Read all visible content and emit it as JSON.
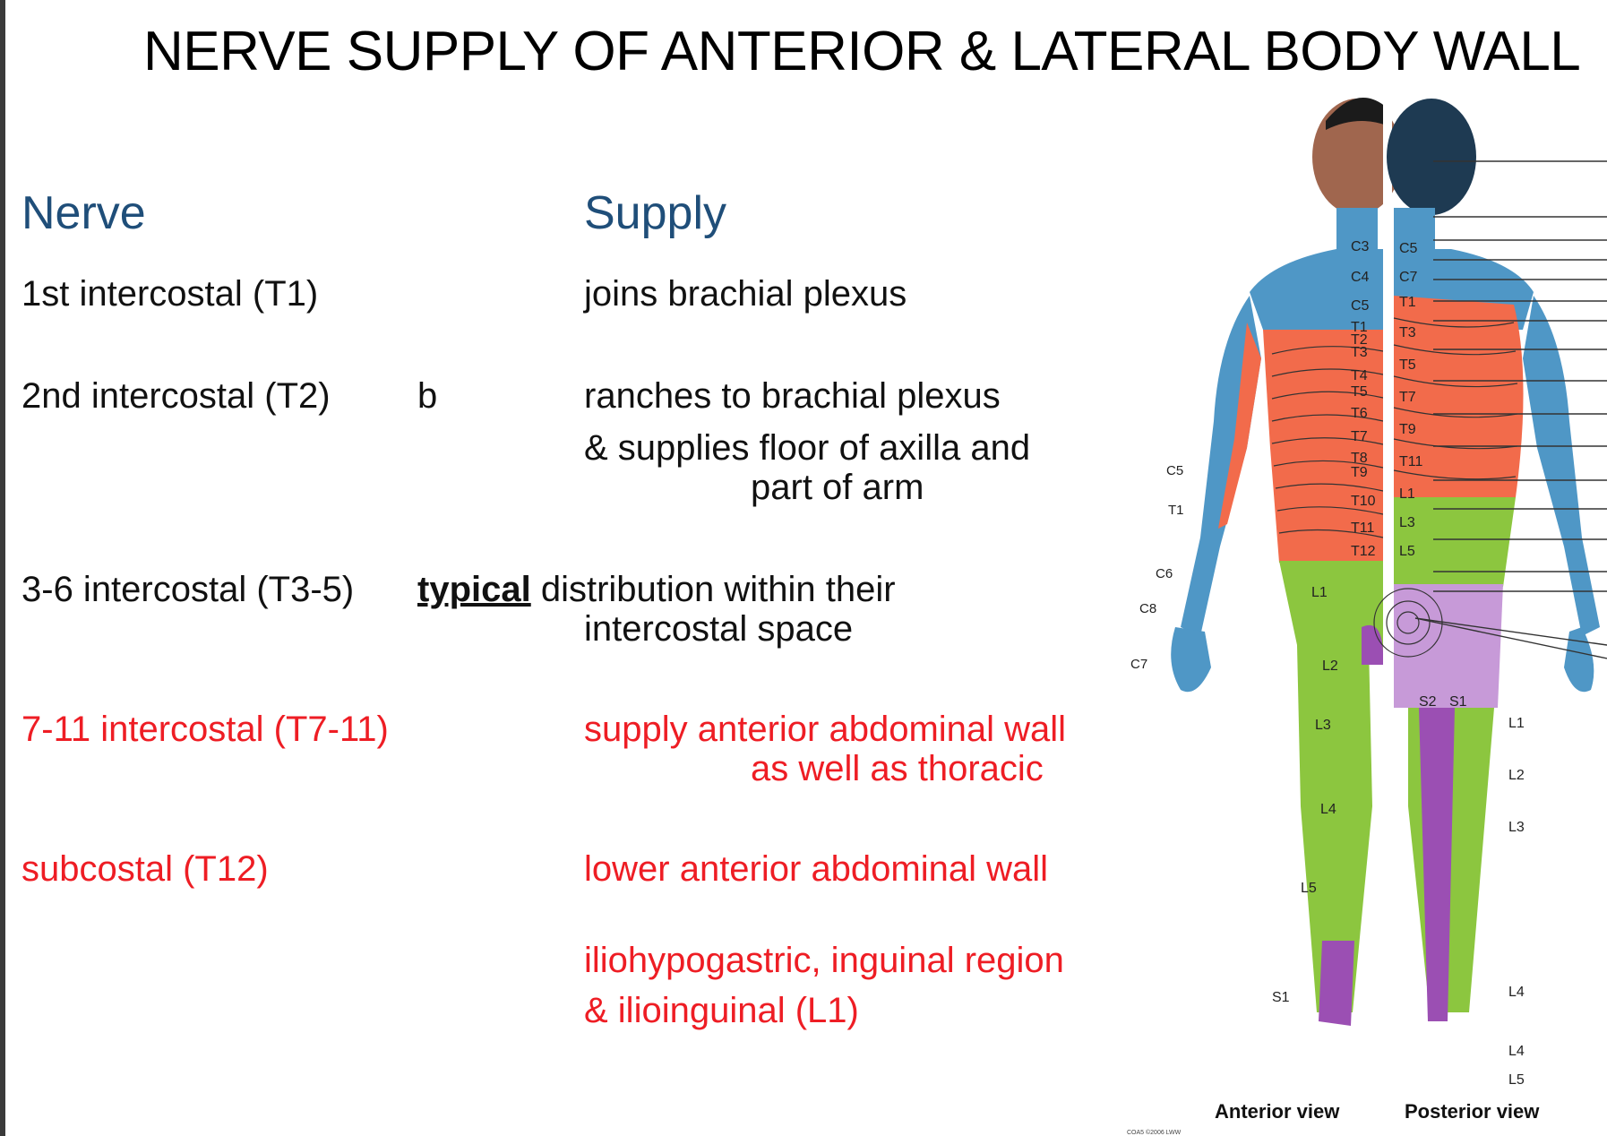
{
  "title": "NERVE SUPPLY OF ANTERIOR & LATERAL BODY WALL",
  "headers": {
    "nerve": "Nerve",
    "supply": "Supply"
  },
  "rows": [
    {
      "nerve": "1st intercostal (T1)",
      "supply": "joins brachial plexus"
    },
    {
      "nerve": "2nd intercostal (T2)",
      "fragment": "b",
      "supply_line1": "ranches to brachial plexus",
      "supply_line2": "& supplies floor of axilla and",
      "supply_line3": "part of arm"
    },
    {
      "nerve": "3-6 intercostal (T3-5)",
      "emph": "typical",
      "supply_line1": " distribution within their",
      "supply_line2": "intercostal space"
    },
    {
      "nerve": "7-11 intercostal (T7-11)",
      "supply_line1": "supply anterior abdominal wall",
      "supply_line2": "as well as thoracic"
    },
    {
      "nerve": "subcostal (T12)",
      "supply": "lower anterior abdominal wall"
    },
    {
      "supply_line1": "iliohypogastric, inguinal region",
      "supply_line2": "& ilioinguinal (L1)"
    }
  ],
  "colors": {
    "header": "#1f4e79",
    "highlight": "#ee1d24",
    "thoracic": "#f26b4b",
    "cervical": "#4f97c6",
    "lumbar": "#8cc63f",
    "sacral": "#9b4fb3"
  },
  "figure": {
    "anterior_labels": {
      "trunk": [
        "C3",
        "C4",
        "C5",
        "T1",
        "T2",
        "T3",
        "T4",
        "T5",
        "T6",
        "T7",
        "T8",
        "T9",
        "T10",
        "T11",
        "T12"
      ],
      "arm": [
        "C5",
        "T1",
        "C6",
        "C8",
        "C7"
      ],
      "leg": [
        "L1",
        "L2",
        "L3",
        "L4",
        "L5",
        "S1"
      ]
    },
    "posterior_labels": {
      "trunk": [
        "C5",
        "C7",
        "T1",
        "T3",
        "T5",
        "T7",
        "T9",
        "T11",
        "L1",
        "L3",
        "L5"
      ],
      "sacral": [
        "S2",
        "S1"
      ],
      "leg": [
        "L1",
        "L2",
        "L3",
        "L4",
        "L4",
        "L5"
      ]
    },
    "anterior_caption": "Anterior view",
    "posterior_caption": "Posterior view",
    "copyright": "COA5 ©2006 LWW"
  }
}
